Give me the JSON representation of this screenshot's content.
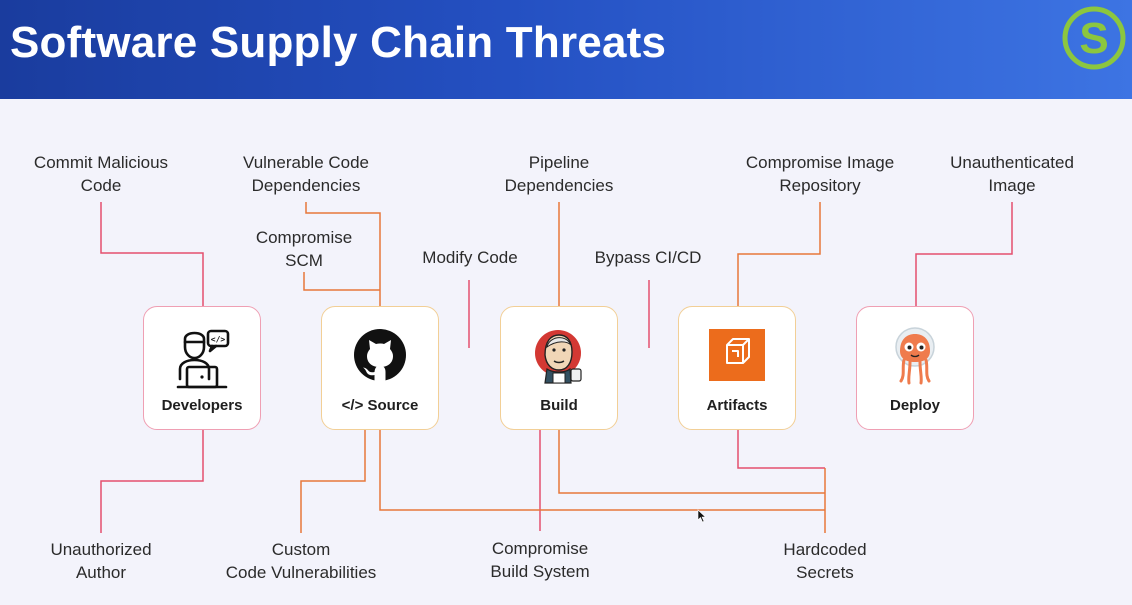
{
  "slide": {
    "title": "Software Supply Chain Threats",
    "logo_letter": "S"
  },
  "colors": {
    "header_start": "#1a3c9e",
    "header_end": "#3d74e3",
    "logo_green": "#8cc63f",
    "line_pink": "#e4506e",
    "line_orange": "#e8773a"
  },
  "nodes": [
    {
      "id": "developers",
      "label": "Developers",
      "icon": "developer-laptop-icon"
    },
    {
      "id": "source",
      "label": "</> Source",
      "icon": "github-icon"
    },
    {
      "id": "build",
      "label": "Build",
      "icon": "jenkins-icon"
    },
    {
      "id": "artifacts",
      "label": "Artifacts",
      "icon": "artifact-cube-icon"
    },
    {
      "id": "deploy",
      "label": "Deploy",
      "icon": "argo-octopus-icon"
    }
  ],
  "threats": {
    "commit_malicious_code": [
      "Commit Malicious",
      "Code"
    ],
    "vulnerable_code_dependencies": [
      "Vulnerable Code",
      "Dependencies"
    ],
    "compromise_scm": [
      "Compromise",
      "SCM"
    ],
    "modify_code": [
      "Modify Code"
    ],
    "pipeline_dependencies": [
      "Pipeline",
      "Dependencies"
    ],
    "bypass_cicd": [
      "Bypass CI/CD"
    ],
    "compromise_image_repository": [
      "Compromise Image",
      "Repository"
    ],
    "unauthenticated_image": [
      "Unauthenticated",
      "Image"
    ],
    "unauthorized_author": [
      "Unauthorized",
      "Author"
    ],
    "custom_code_vulnerabilities": [
      "Custom",
      "Code Vulnerabilities"
    ],
    "compromise_build_system": [
      "Compromise",
      "Build System"
    ],
    "hardcoded_secrets": [
      "Hardcoded",
      "Secrets"
    ]
  }
}
